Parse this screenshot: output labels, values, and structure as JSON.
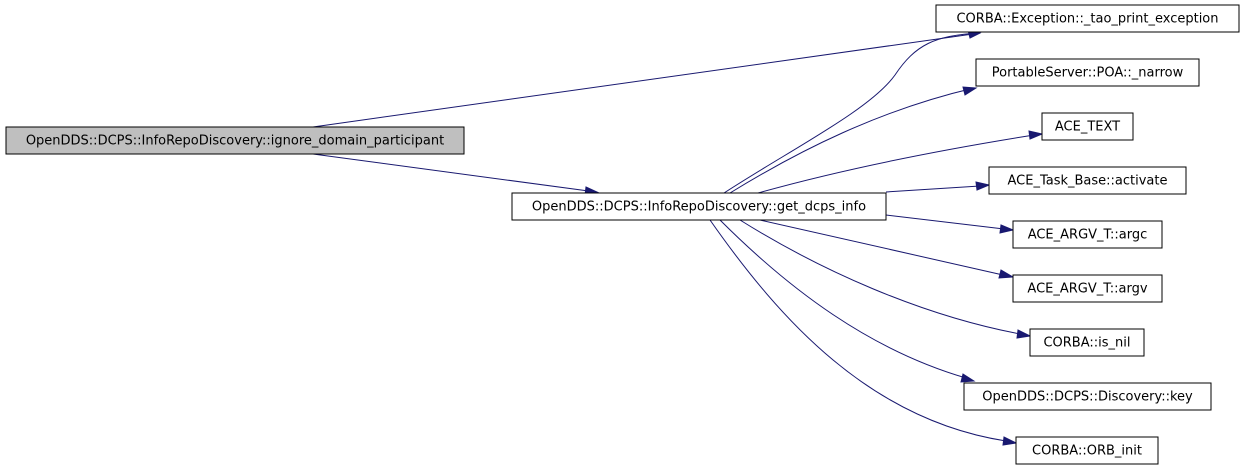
{
  "diagram": {
    "nodes": [
      {
        "id": "root",
        "label": "OpenDDS::DCPS::InfoRepoDiscovery::ignore_domain_participant",
        "highlighted": true
      },
      {
        "id": "get_dcps_info",
        "label": "OpenDDS::DCPS::InfoRepoDiscovery::get_dcps_info"
      },
      {
        "id": "tao_print_exception",
        "label": "CORBA::Exception::_tao_print_exception"
      },
      {
        "id": "narrow",
        "label": "PortableServer::POA::_narrow"
      },
      {
        "id": "ace_text",
        "label": "ACE_TEXT"
      },
      {
        "id": "activate",
        "label": "ACE_Task_Base::activate"
      },
      {
        "id": "argc",
        "label": "ACE_ARGV_T::argc"
      },
      {
        "id": "argv",
        "label": "ACE_ARGV_T::argv"
      },
      {
        "id": "is_nil",
        "label": "CORBA::is_nil"
      },
      {
        "id": "key",
        "label": "OpenDDS::DCPS::Discovery::key"
      },
      {
        "id": "orb_init",
        "label": "CORBA::ORB_init"
      }
    ],
    "edges": [
      {
        "from": "root",
        "to": "tao_print_exception"
      },
      {
        "from": "root",
        "to": "get_dcps_info"
      },
      {
        "from": "get_dcps_info",
        "to": "tao_print_exception"
      },
      {
        "from": "get_dcps_info",
        "to": "narrow"
      },
      {
        "from": "get_dcps_info",
        "to": "ace_text"
      },
      {
        "from": "get_dcps_info",
        "to": "activate"
      },
      {
        "from": "get_dcps_info",
        "to": "argc"
      },
      {
        "from": "get_dcps_info",
        "to": "argv"
      },
      {
        "from": "get_dcps_info",
        "to": "is_nil"
      },
      {
        "from": "get_dcps_info",
        "to": "key"
      },
      {
        "from": "get_dcps_info",
        "to": "orb_init"
      }
    ],
    "colors": {
      "edge": "#191970",
      "node_border": "#000000",
      "root_fill": "#bfbfbf",
      "node_fill": "#ffffff"
    }
  }
}
